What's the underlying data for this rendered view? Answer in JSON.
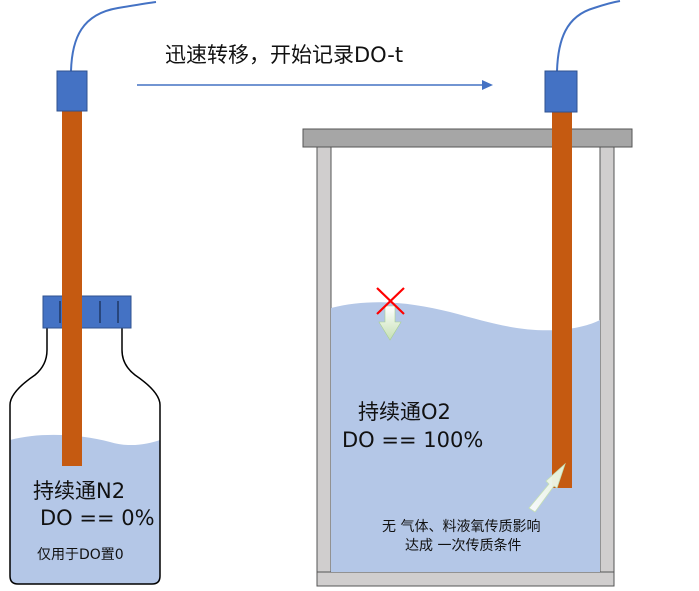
{
  "arrow_label": "迅速转移，开始记录DO-t",
  "bottle": {
    "gas_label": "持续通N2",
    "do_label": "DO == 0%",
    "purpose_label": "仅用于DO置0"
  },
  "tank": {
    "gas_label": "持续通O2",
    "do_label": "DO == 100%",
    "note_line1": "无 气体、料液氧传质影响",
    "note_line2": "达成 一次传质条件"
  },
  "colors": {
    "probe_body": "#c55a11",
    "probe_head": "#4472c4",
    "cable": "#4472c4",
    "liquid": "#b4c7e7",
    "tank_wall": "#d0cece",
    "lid": "#a6a6a6",
    "arrow": "#4472c4",
    "cross": "#ff0000"
  }
}
